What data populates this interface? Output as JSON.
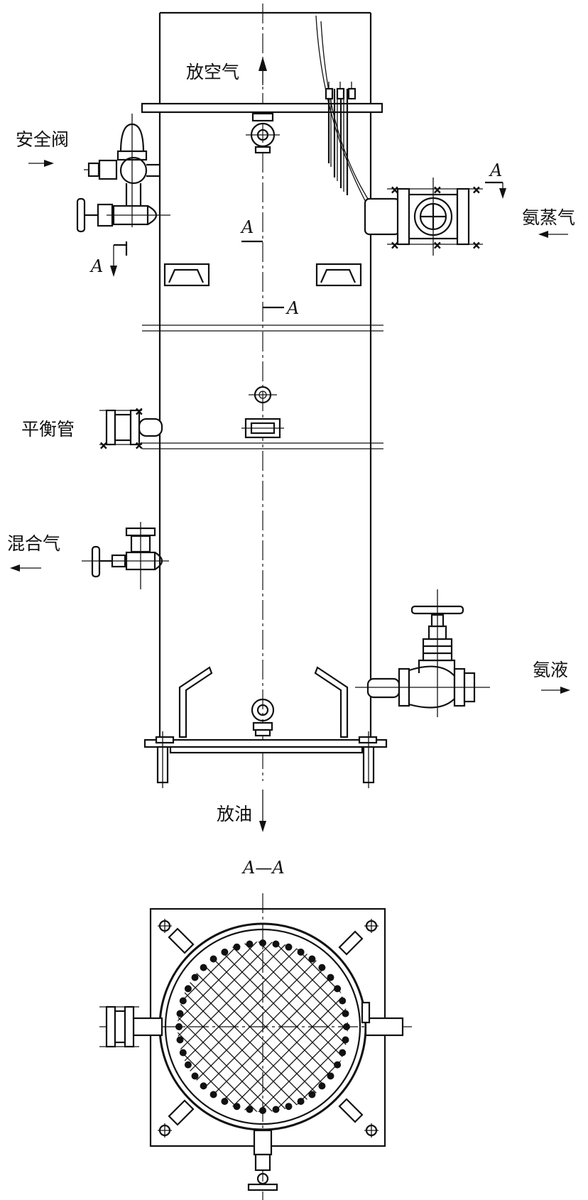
{
  "labels": {
    "vent_gas": "放空气",
    "safety_valve": "安全阀",
    "ammonia_vapor": "氨蒸气",
    "balance_pipe": "平衡管",
    "mixed_gas": "混合气",
    "ammonia_liquid": "氨液",
    "oil_drain": "放油",
    "section_title": "A—A",
    "section_mark": "A"
  }
}
